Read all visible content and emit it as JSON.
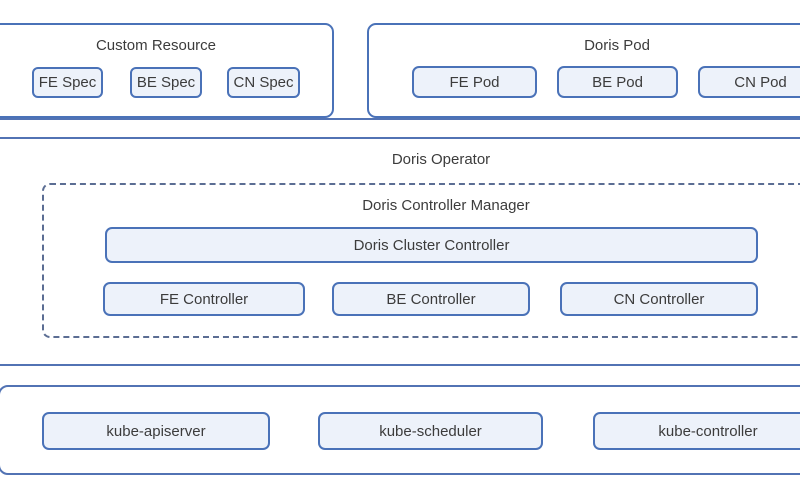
{
  "diagram": {
    "custom_resource": {
      "title": "Custom Resource",
      "items": [
        "FE Spec",
        "BE Spec",
        "CN Spec"
      ]
    },
    "doris_pod": {
      "title": "Doris Pod",
      "items": [
        "FE Pod",
        "BE Pod",
        "CN Pod"
      ]
    },
    "doris_operator": {
      "title": "Doris Operator",
      "controller_manager": {
        "title": "Doris Controller Manager",
        "cluster_controller": "Doris Cluster Controller",
        "controllers": [
          "FE Controller",
          "BE Controller",
          "CN Controller"
        ]
      }
    },
    "kubernetes_layer": {
      "items": [
        "kube-apiserver",
        "kube-scheduler",
        "kube-controller"
      ]
    },
    "colors": {
      "node_border": "#4a72b8",
      "band_border": "#5273b4",
      "dashed_border": "#5b6d93",
      "node_fill": "#edf2fa",
      "text": "#3c3c3c",
      "background": "#ffffff"
    }
  }
}
